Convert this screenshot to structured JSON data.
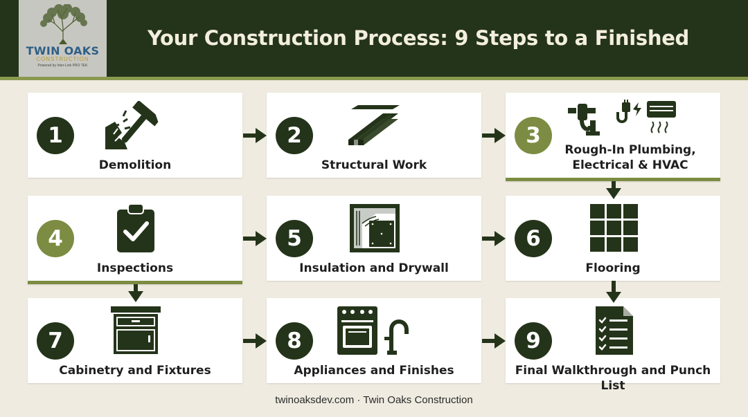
{
  "header": {
    "title": "Your Construction Process: 9 Steps to a Finished Project"
  },
  "logo": {
    "name": "TWIN OAKS",
    "sub": "CONSTRUCTION",
    "tagline": "Powered by Inter-Link PRO TEK"
  },
  "steps": [
    {
      "number": "1",
      "label": "Demolition",
      "icon": "hammer-icon"
    },
    {
      "number": "2",
      "label": "Structural Work",
      "icon": "steel-beam-icon"
    },
    {
      "number": "3",
      "label_line1": "Rough-In Plumbing,",
      "label_line2": "Electrical & HVAC",
      "icon": "plumbing-electrical-hvac-icon"
    },
    {
      "number": "4",
      "label": "Inspections",
      "icon": "clipboard-check-icon"
    },
    {
      "number": "5",
      "label": "Insulation and Drywall",
      "icon": "wall-insulation-icon"
    },
    {
      "number": "6",
      "label": "Flooring",
      "icon": "floor-tiles-icon"
    },
    {
      "number": "7",
      "label": "Cabinetry and Fixtures",
      "icon": "cabinet-icon"
    },
    {
      "number": "8",
      "label": "Appliances and Finishes",
      "icon": "stove-faucet-icon"
    },
    {
      "number": "9",
      "label": "Final Walkthrough and Punch List",
      "icon": "checklist-icon"
    }
  ],
  "footer": {
    "text": "twinoaksdev.com · Twin Oaks Construction"
  },
  "colors": {
    "dark_green": "#24341a",
    "olive": "#7c8c43",
    "background": "#efebe0"
  }
}
